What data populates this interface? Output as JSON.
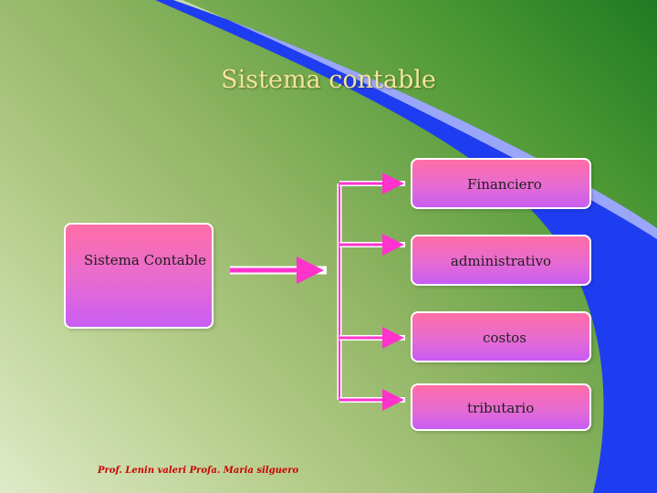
{
  "slide": {
    "title": "Sistema contable",
    "footer": "Prof. Lenin valeri Profa. Maria silguero"
  },
  "diagram": {
    "source": "Sistema Contable",
    "targets": [
      "Financiero",
      "administrativo",
      "costos",
      "tributario"
    ]
  },
  "colors": {
    "box_top": "#ff6ea6",
    "box_bottom": "#c85df3",
    "arrow": "#ff33cc",
    "title": "#f1e59a",
    "footer": "#cc0000",
    "swoosh": "#1f3df0"
  }
}
